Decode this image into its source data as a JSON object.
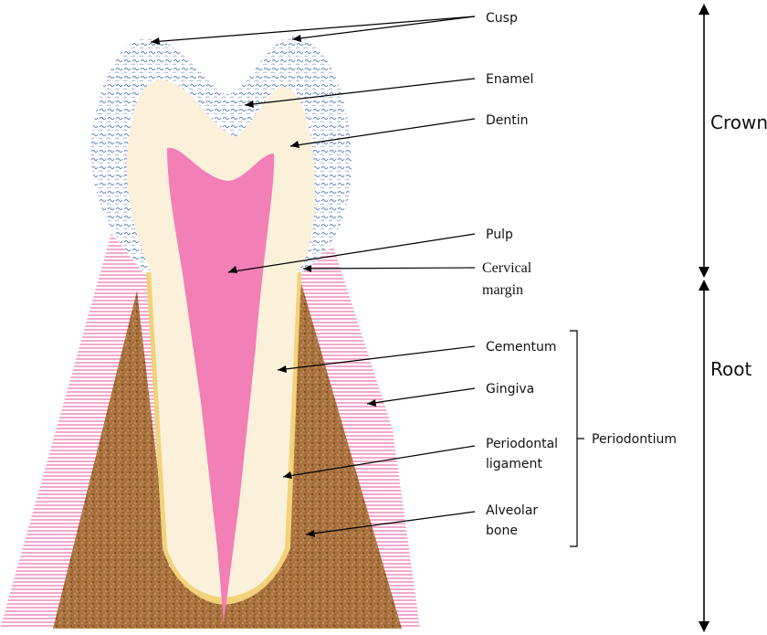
{
  "labels": {
    "cusp": "Cusp",
    "enamel": "Enamel",
    "dentin": "Dentin",
    "pulp": "Pulp",
    "cervical_margin_line1": "Cervical",
    "cervical_margin_line2": "margin",
    "cementum": "Cementum",
    "gingiva": "Gingiva",
    "periodontal_ligament_line1": "Periodontal",
    "periodontal_ligament_line2": "ligament",
    "alveolar_bone_line1": "Alveolar",
    "alveolar_bone_line2": "bone",
    "periodontium": "Periodontium",
    "crown": "Crown",
    "root": "Root"
  },
  "colors": {
    "gingiva": "#f2a8cf",
    "bone": "#a8703c",
    "enamel": "#9fb8d8",
    "dentin": "#fbf1da",
    "pulp": "#f27fb6",
    "cementum": "#f2d27a"
  }
}
